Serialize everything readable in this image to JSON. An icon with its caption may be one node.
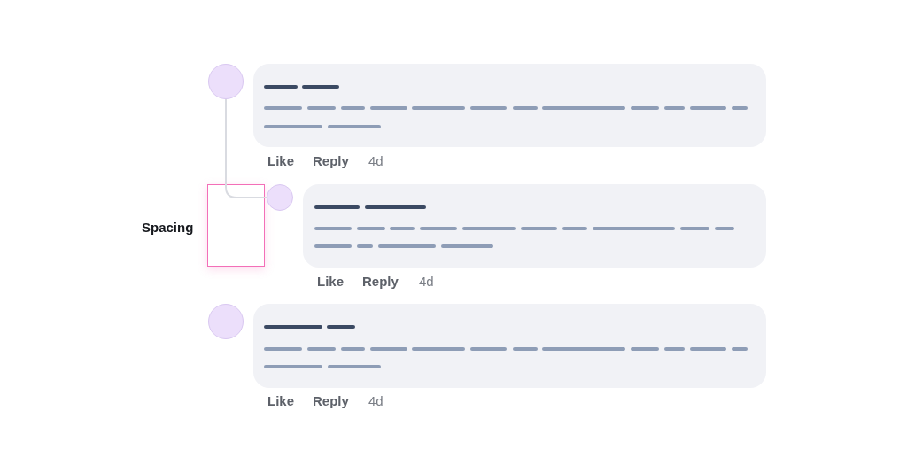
{
  "diagram": {
    "nodes": [
      {
        "text": [],
        "shape": "circle"
      },
      {
        "text": [],
        "shape": "circle"
      },
      {
        "text": [],
        "shape": "circle"
      }
    ],
    "edges": [
      {
        "from": 0,
        "to": 1,
        "arrow": "none"
      }
    ],
    "labels": [
      "Like",
      "Reply",
      "4d",
      "Spacing",
      "Like",
      "Reply",
      "4d",
      "Like",
      "Reply",
      "4d"
    ]
  }
}
